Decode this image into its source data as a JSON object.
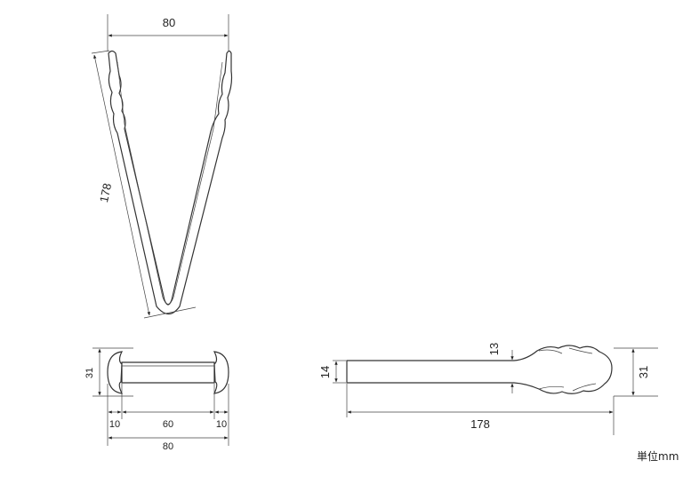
{
  "views": {
    "front": {
      "top_width": "80",
      "length": "178"
    },
    "end": {
      "height": "31",
      "left_cap": "10",
      "middle": "60",
      "right_cap": "10",
      "total_width": "80"
    },
    "side": {
      "handle_height": "14",
      "neck_height": "13",
      "head_height": "31",
      "length": "178"
    }
  },
  "unit_label": "単位mm"
}
